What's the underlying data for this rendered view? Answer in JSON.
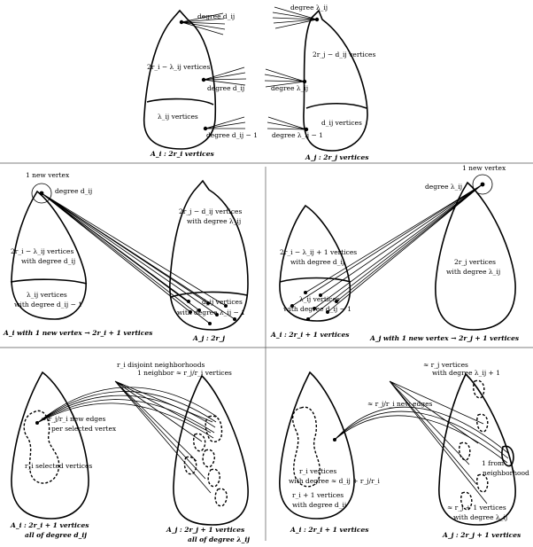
{
  "top": {
    "left": {
      "degree_label": "degree d_ij",
      "middle_label": "2r_i − λ_ij vertices",
      "middle_degree": "degree d_ij",
      "bottom_label": "λ_ij vertices",
      "bottom_degree": "degree d_ij − 1",
      "caption": "A_i : 2r_i vertices"
    },
    "right": {
      "degree_label": "degree λ_ij",
      "middle_label": "2r_j − d_ij vertices",
      "middle_degree": "degree λ_ij",
      "bottom_label": "d_ij vertices",
      "bottom_degree": "degree λ_ij − 1",
      "caption": "A_j : 2r_j vertices"
    }
  },
  "middle_left": {
    "new_vertex": "1 new vertex",
    "degree": "degree d_ij",
    "left_upper_1": "2r_i − λ_ij vertices",
    "left_upper_2": "with degree d_ij",
    "left_lower_1": "λ_ij vertices",
    "left_lower_2": "with degree d_ij − 1",
    "right_upper_1": "2r_j − d_ij vertices",
    "right_upper_2": "with degree λ_ij",
    "right_lower_1": "d_ij vertices",
    "right_lower_2": "with degree λ_ij − 1",
    "caption_left": "A_i with 1 new vertex → 2r_i + 1 vertices",
    "caption_right": "A_j : 2r_j"
  },
  "middle_right": {
    "new_vertex": "1 new vertex",
    "degree": "degree λ_ij",
    "left_upper_1": "2r_i − λ_ij + 1 vertices",
    "left_upper_2": "with degree d_ij",
    "left_lower_1": "λ_ij vertices",
    "left_lower_2": "with degree d_ij − 1",
    "right_1": "2r_j vertices",
    "right_2": "with degree λ_ij",
    "caption_left": "A_i : 2r_i + 1 vertices",
    "caption_right": "A_j with 1 new vertex → 2r_j + 1 vertices"
  },
  "bottom_left": {
    "top_1": "r_i disjoint neighborhoods",
    "top_2": "1 neighbor ≈ r_j/r_i vertices",
    "edges_1": "≈ r_j/r_i new edges",
    "edges_2": "per selected vertex",
    "selected": "r_i selected vertices",
    "caption_left_1": "A_i : 2r_i + 1 vertices",
    "caption_left_2": "all of degree d_ij",
    "caption_right_1": "A_j : 2r_j + 1 vertices",
    "caption_right_2": "all of degree λ_ij"
  },
  "bottom_right": {
    "top_1": "≈ r_j vertices",
    "top_2": "with degree λ_ij + 1",
    "edges": "≈ r_j/r_i new edges",
    "left_1": "r_i vertices",
    "left_2": "with degree ≈ d_ij + r_j/r_i",
    "left_3": "r_i + 1 vertices",
    "left_4": "with degree d_ij",
    "nbhd_1": "1 from",
    "nbhd_2": "neighborhood",
    "right_1": "≈ r_j + 1 vertices",
    "right_2": "with degree λ_ij",
    "caption_left": "A_i : 2r_i + 1 vertices",
    "caption_right": "A_j : 2r_j + 1 vertices"
  }
}
